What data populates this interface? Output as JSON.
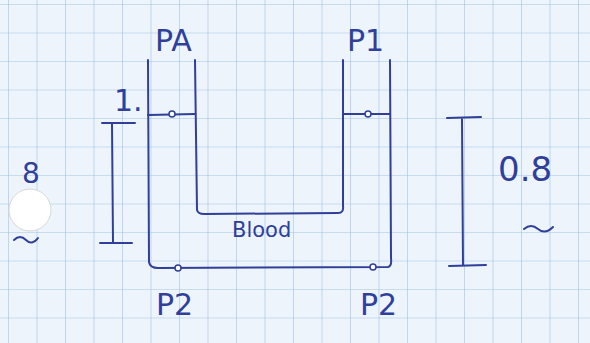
{
  "diagram": {
    "labels": [
      "PA",
      "P1",
      "1.",
      "8",
      "0.8",
      "Blood",
      "P2",
      "P2"
    ]
  }
}
